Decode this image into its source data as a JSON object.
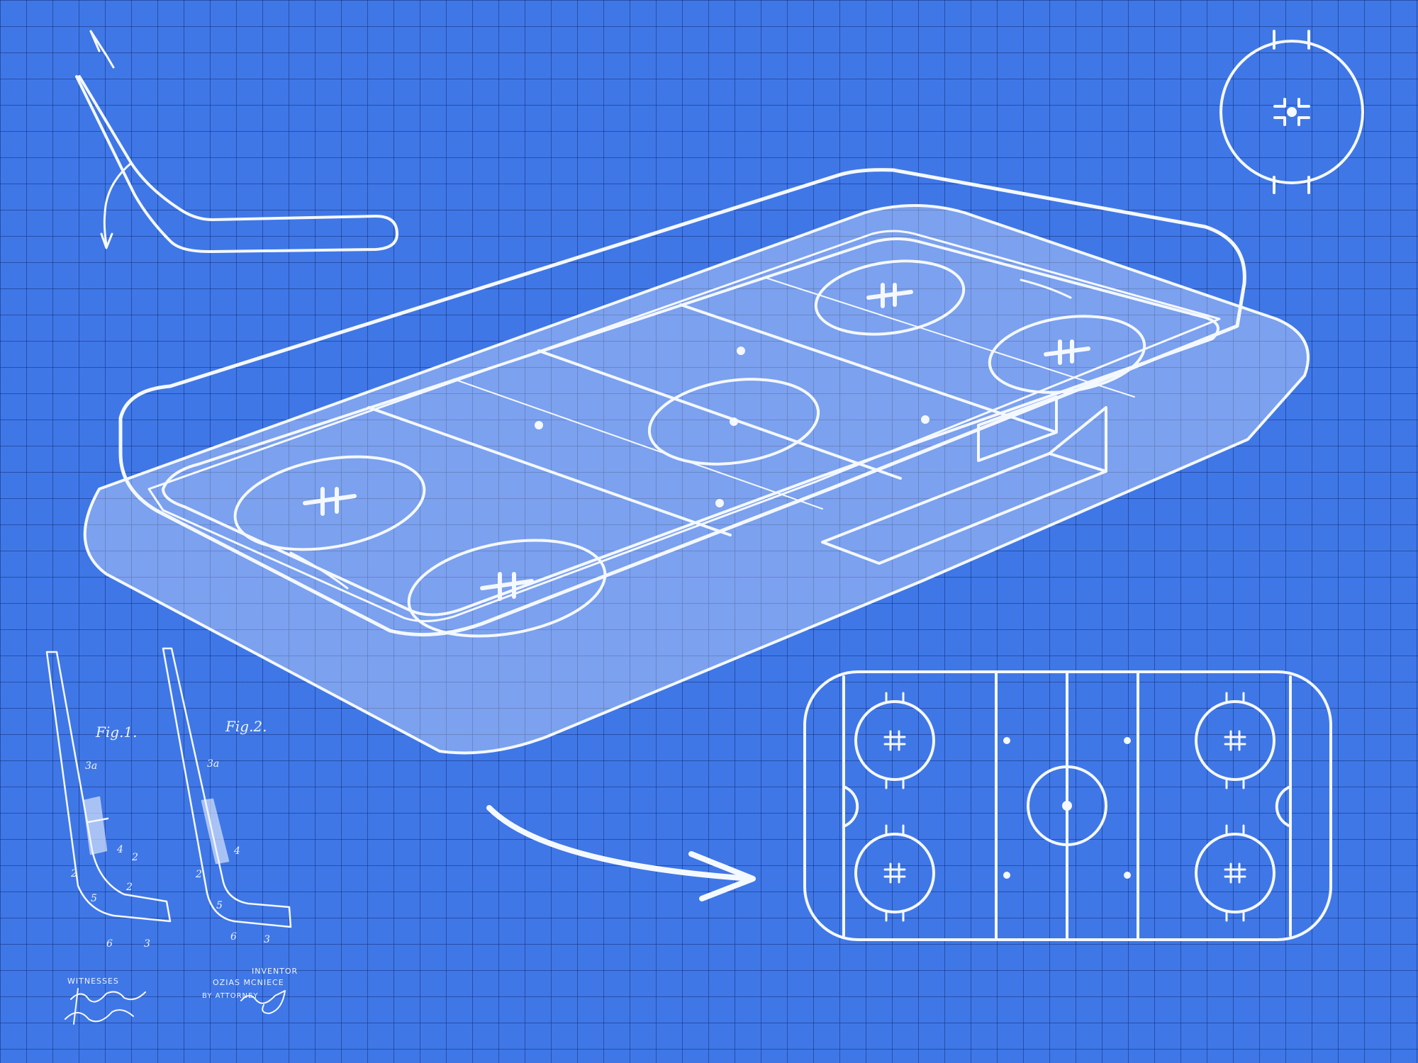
{
  "patent": {
    "fig1_label": "Fig.1.",
    "fig2_label": "Fig.2.",
    "part_labels": [
      "3a",
      "4",
      "2",
      "2",
      "2",
      "5",
      "6",
      "3",
      "3a",
      "4",
      "2",
      "5",
      "6",
      "3"
    ],
    "witnesses_label": "WITNESSES",
    "inventor_label": "INVENTOR",
    "inventor_name": "OZIAS MCNIECE",
    "attorney_label": "BY ATTORNEY"
  },
  "colors": {
    "background": "#3f77e6",
    "grid_line": "#1e3c8a",
    "chalk": "#f4f8ff"
  },
  "icons": [
    "hockey-stick-icon",
    "faceoff-circle-icon",
    "arrow-icon",
    "hockey-rink-icon"
  ]
}
